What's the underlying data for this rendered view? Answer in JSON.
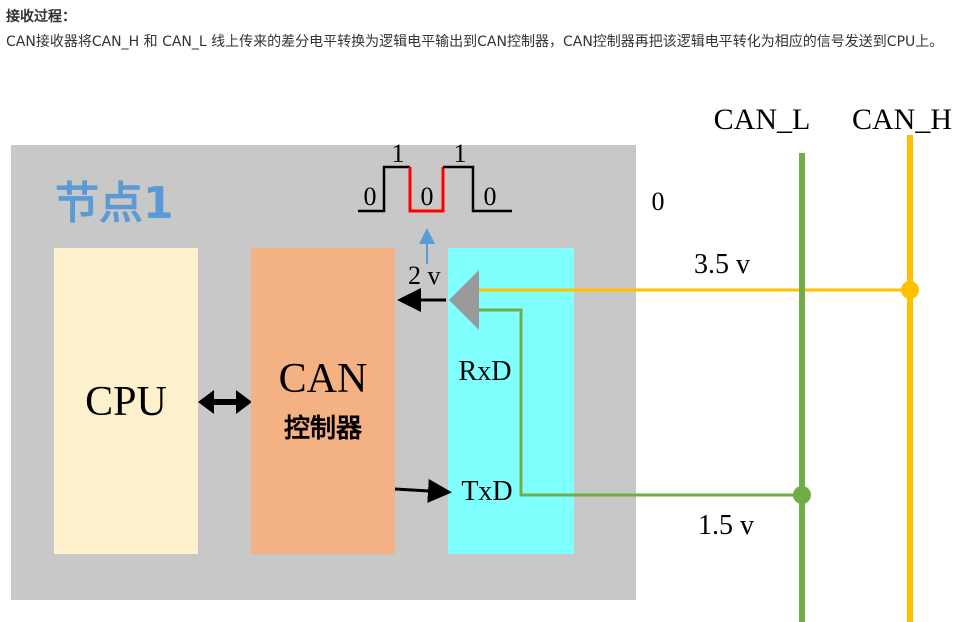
{
  "text": {
    "heading": "接收过程：",
    "description": "CAN接收器将CAN_H 和 CAN_L 线上传来的差分电平转换为逻辑电平输出到CAN控制器，CAN控制器再把该逻辑电平转化为相应的信号发送到CPU上。"
  },
  "diagram": {
    "node_label": "节点1",
    "cpu_label": "CPU",
    "can_label": "CAN",
    "can_sublabel": "控制器",
    "rxd_label": "RxD",
    "txd_label": "TxD",
    "bus_l_label": "CAN_L",
    "bus_h_label": "CAN_H",
    "voltage_high": "3.5 v",
    "voltage_low": "1.5 v",
    "voltage_diff": "2 v",
    "logic_value": "0",
    "waveform_bits": [
      "0",
      "1",
      "0",
      "1",
      "0"
    ]
  },
  "colors": {
    "node_bg": "#c8c8c8",
    "cpu_box": "#fdf0cc",
    "can_box": "#f4b183",
    "transceiver_box": "#80ffff",
    "can_l_line": "#70ad47",
    "can_h_line": "#ffc000",
    "wave_red": "#ff0000",
    "node_text": "#5b9bd5",
    "up_arrow": "#5b9bd5"
  }
}
